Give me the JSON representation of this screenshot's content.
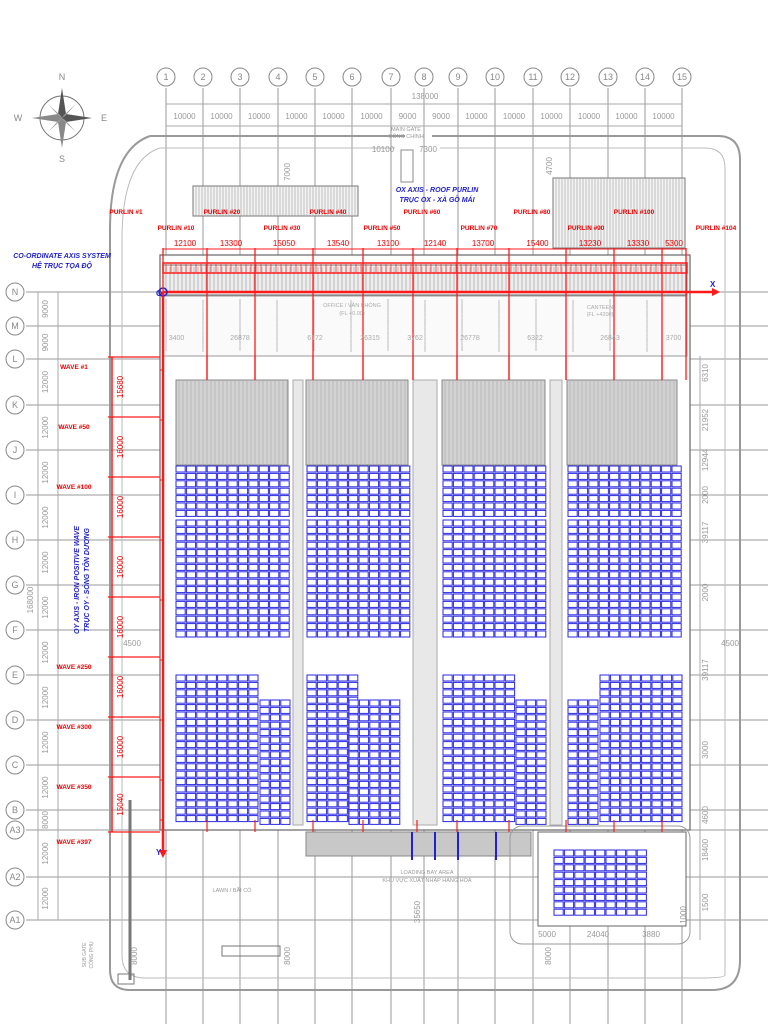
{
  "grid_columns": [
    "1",
    "2",
    "3",
    "4",
    "5",
    "6",
    "7",
    "8",
    "9",
    "10",
    "11",
    "12",
    "13",
    "14",
    "15"
  ],
  "grid_rows": [
    "N",
    "M",
    "L",
    "K",
    "J",
    "I",
    "H",
    "G",
    "F",
    "E",
    "D",
    "C",
    "B",
    "A3",
    "A2",
    "A1"
  ],
  "overall_width": "138000",
  "top_spacings": [
    "10000",
    "10000",
    "10000",
    "10000",
    "10000",
    "10000",
    "9000",
    "9000",
    "10000",
    "10000",
    "10000",
    "10000",
    "10000",
    "10000"
  ],
  "left_spacings": [
    "9000",
    "9000",
    "12000",
    "12000",
    "12000",
    "12000",
    "12000",
    "12000",
    "12000",
    "12000",
    "12000",
    "12000",
    "8000",
    "12000",
    "12000"
  ],
  "left_total": "168000",
  "compass_labels": [
    "N",
    "E",
    "S",
    "W"
  ],
  "gate_main": {
    "line1": "MAIN GATE",
    "line2": "CỔNG CHÍNH"
  },
  "gate_sub": {
    "line1": "SUB GATE",
    "line2": "CỔNG PHỤ"
  },
  "gate_dims": [
    "10100",
    "7300"
  ],
  "roof_dim_left": "7000",
  "roof_dim_right": "4700",
  "ox_axis": {
    "line1": "OX AXIS - ROOF PURLIN",
    "line2": "TRỤC OX - XÀ GỒ MÁI"
  },
  "coord_system": {
    "line1": "CO-ORDINATE AXIS SYSTEM",
    "line2": "HỆ TRỤC TỌA ĐỘ"
  },
  "oy_axis": {
    "line1": "OY AXIS - IRON POSITIVE WAVE",
    "line2": "TRỤC OY - SÓNG TÔN DƯƠNG"
  },
  "purlin_upper": [
    "PURLIN #1",
    "PURLIN #20",
    "PURLIN #40",
    "PURLIN #60",
    "PURLIN #80",
    "PURLIN #100"
  ],
  "purlin_lower": [
    "PURLIN #10",
    "PURLIN #30",
    "PURLIN #50",
    "PURLIN #70",
    "PURLIN #90",
    "PURLIN #104"
  ],
  "purlin_spacings": [
    "12100",
    "13300",
    "15050",
    "13540",
    "13100",
    "12140",
    "13700",
    "15400",
    "13230",
    "13330",
    "5300"
  ],
  "bottom_strip_dims": [
    "3400",
    "26878",
    "6172",
    "26315",
    "3762",
    "26778",
    "6322",
    "26843",
    "3700"
  ],
  "axis_origin": "O",
  "axis_x": "X",
  "axis_y": "Y",
  "waves": [
    "WAVE #1",
    "WAVE #50",
    "WAVE #100",
    "WAVE #250",
    "WAVE #300",
    "WAVE #350",
    "WAVE #397"
  ],
  "wave_spacings": [
    "15680",
    "16000",
    "16000",
    "16000",
    "16000",
    "16000",
    "16000",
    "15040"
  ],
  "office": {
    "line1": "OFFICE / VĂN PHÒNG",
    "line2": "(FL +0.00)"
  },
  "canteen": {
    "line1": "CANTEEN",
    "line2": "(FL +4200)"
  },
  "loading": {
    "line1": "LOADING BAY AREA",
    "line2": "KHU VỰC XUẤT NHẬP HÀNG HÓA"
  },
  "lawn": "LAWN / BÃI CỎ",
  "side_dim_4500_left": "4500",
  "side_dim_4500_right": "4500",
  "right_dims": [
    "6310",
    "21952",
    "12944",
    "2000",
    "39117",
    "2000",
    "39117",
    "3000",
    "4600",
    "18400",
    "1500"
  ],
  "bottom_dims": [
    "5000",
    "24040",
    "3880"
  ],
  "misc_dims": {
    "lower_left": "8000",
    "lower_mid": "8000",
    "mid": "35650",
    "right": "8000",
    "sm": "1000"
  }
}
